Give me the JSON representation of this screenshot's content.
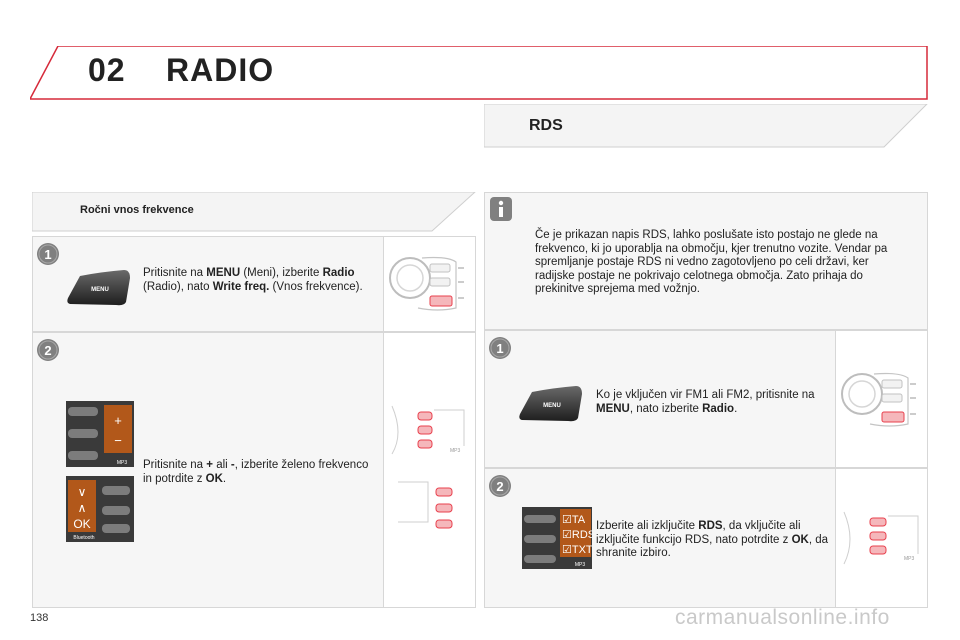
{
  "header": {
    "chapter_number": "02",
    "chapter_title": "RADIO"
  },
  "rds_section": {
    "title": "RDS"
  },
  "manual_section": {
    "title": "Ročni vnos frekvence"
  },
  "left_steps": [
    {
      "number": "1",
      "parts": [
        {
          "t": "Pritisnite na "
        },
        {
          "t": "MENU",
          "b": true
        },
        {
          "t": " (Meni), izberite "
        },
        {
          "t": "Radio",
          "b": true
        },
        {
          "t": " (Radio), nato "
        },
        {
          "t": "Write freq.",
          "b": true
        },
        {
          "t": " (Vnos frekvence)."
        }
      ],
      "button_label": "MENU"
    },
    {
      "number": "2",
      "parts": [
        {
          "t": "Pritisnite na "
        },
        {
          "t": "+",
          "b": true
        },
        {
          "t": " ali "
        },
        {
          "t": "-",
          "b": true
        },
        {
          "t": ", izberite želeno frekvenco in potrdite z "
        },
        {
          "t": "OK",
          "b": true
        },
        {
          "t": "."
        }
      ],
      "panel_label": "MP3",
      "panel2_label": "Bluetooth"
    }
  ],
  "info": {
    "text": "Če je prikazan napis RDS, lahko poslušate isto postajo ne glede na frekvenco, ki jo uporablja na območju, kjer trenutno vozite. Vendar pa spremljanje postaje RDS ni vedno zagotovljeno po celi državi, ker radijske postaje ne pokrivajo celotnega območja. Zato prihaja do prekinitve sprejema med vožnjo."
  },
  "right_steps": [
    {
      "number": "1",
      "parts": [
        {
          "t": "Ko je vključen vir FM1 ali FM2, pritisnite na "
        },
        {
          "t": "MENU",
          "b": true
        },
        {
          "t": ", nato izberite "
        },
        {
          "t": "Radio",
          "b": true
        },
        {
          "t": "."
        }
      ],
      "button_label": "MENU"
    },
    {
      "number": "2",
      "parts": [
        {
          "t": "Izberite ali izključite "
        },
        {
          "t": "RDS",
          "b": true
        },
        {
          "t": ", da vključite ali izključite funkcijo RDS, nato potrdite z "
        },
        {
          "t": "OK",
          "b": true
        },
        {
          "t": ", da shranite izbiro."
        }
      ],
      "options": [
        "TA",
        "RDS",
        "TXT"
      ],
      "panel_label": "MP3"
    }
  ],
  "footer": {
    "page_number": "138",
    "watermark": "carmanualsonline.info"
  },
  "colors": {
    "header_red": "#d62a3a",
    "badge": "#7a7a7a",
    "orange_display": "#c96a1a",
    "button_red": "#e8414e"
  }
}
